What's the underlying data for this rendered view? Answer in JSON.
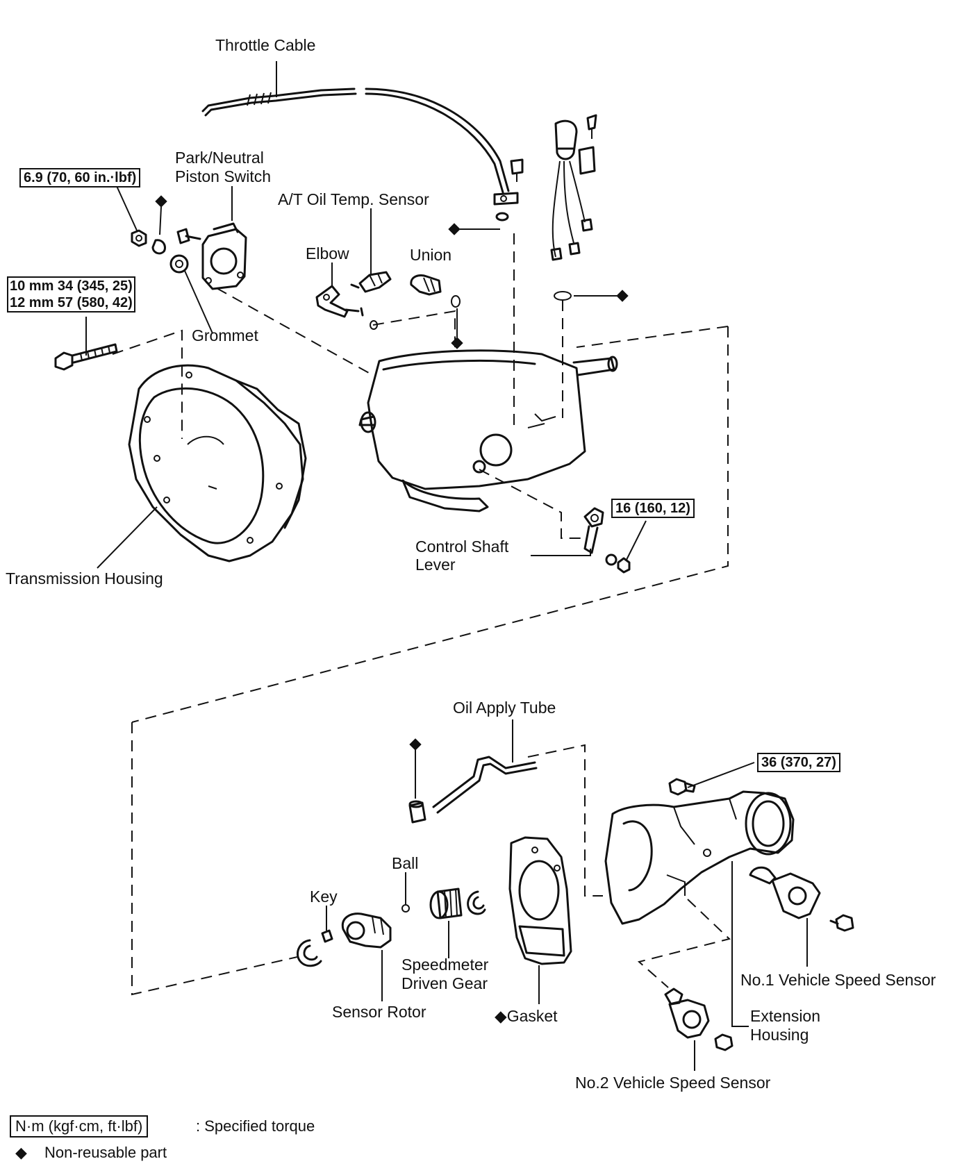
{
  "labels": {
    "throttle_cable": "Throttle Cable",
    "park_neutral_1": "Park/Neutral",
    "park_neutral_2": "Piston Switch",
    "at_oil_temp_sensor": "A/T Oil Temp. Sensor",
    "elbow": "Elbow",
    "union": "Union",
    "grommet": "Grommet",
    "transmission_housing": "Transmission Housing",
    "control_shaft_lever_1": "Control Shaft",
    "control_shaft_lever_2": "Lever",
    "oil_apply_tube": "Oil Apply Tube",
    "ball": "Ball",
    "key": "Key",
    "speedometer_gear_1": "Speedmeter",
    "speedometer_gear_2": "Driven Gear",
    "sensor_rotor": "Sensor Rotor",
    "gasket": "◆Gasket",
    "no1_speed_sensor": "No.1 Vehicle Speed Sensor",
    "extension_housing_1": "Extension",
    "extension_housing_2": "Housing",
    "no2_speed_sensor": "No.2 Vehicle Speed Sensor"
  },
  "torques": {
    "switch_bolt": "6.9 (70, 60 in.·lbf)",
    "housing_bolt_10mm": "10 mm 34 (345, 25)",
    "housing_bolt_12mm": "12 mm 57 (580, 42)",
    "lever_nut": "16 (160, 12)",
    "extension_bolt": "36 (370, 27)"
  },
  "legend": {
    "torque_units": "N·m (kgf·cm, ft·lbf)",
    "torque_meaning": ":  Specified torque",
    "nonreusable_symbol": "◆",
    "nonreusable_meaning": "Non-reusable part"
  }
}
